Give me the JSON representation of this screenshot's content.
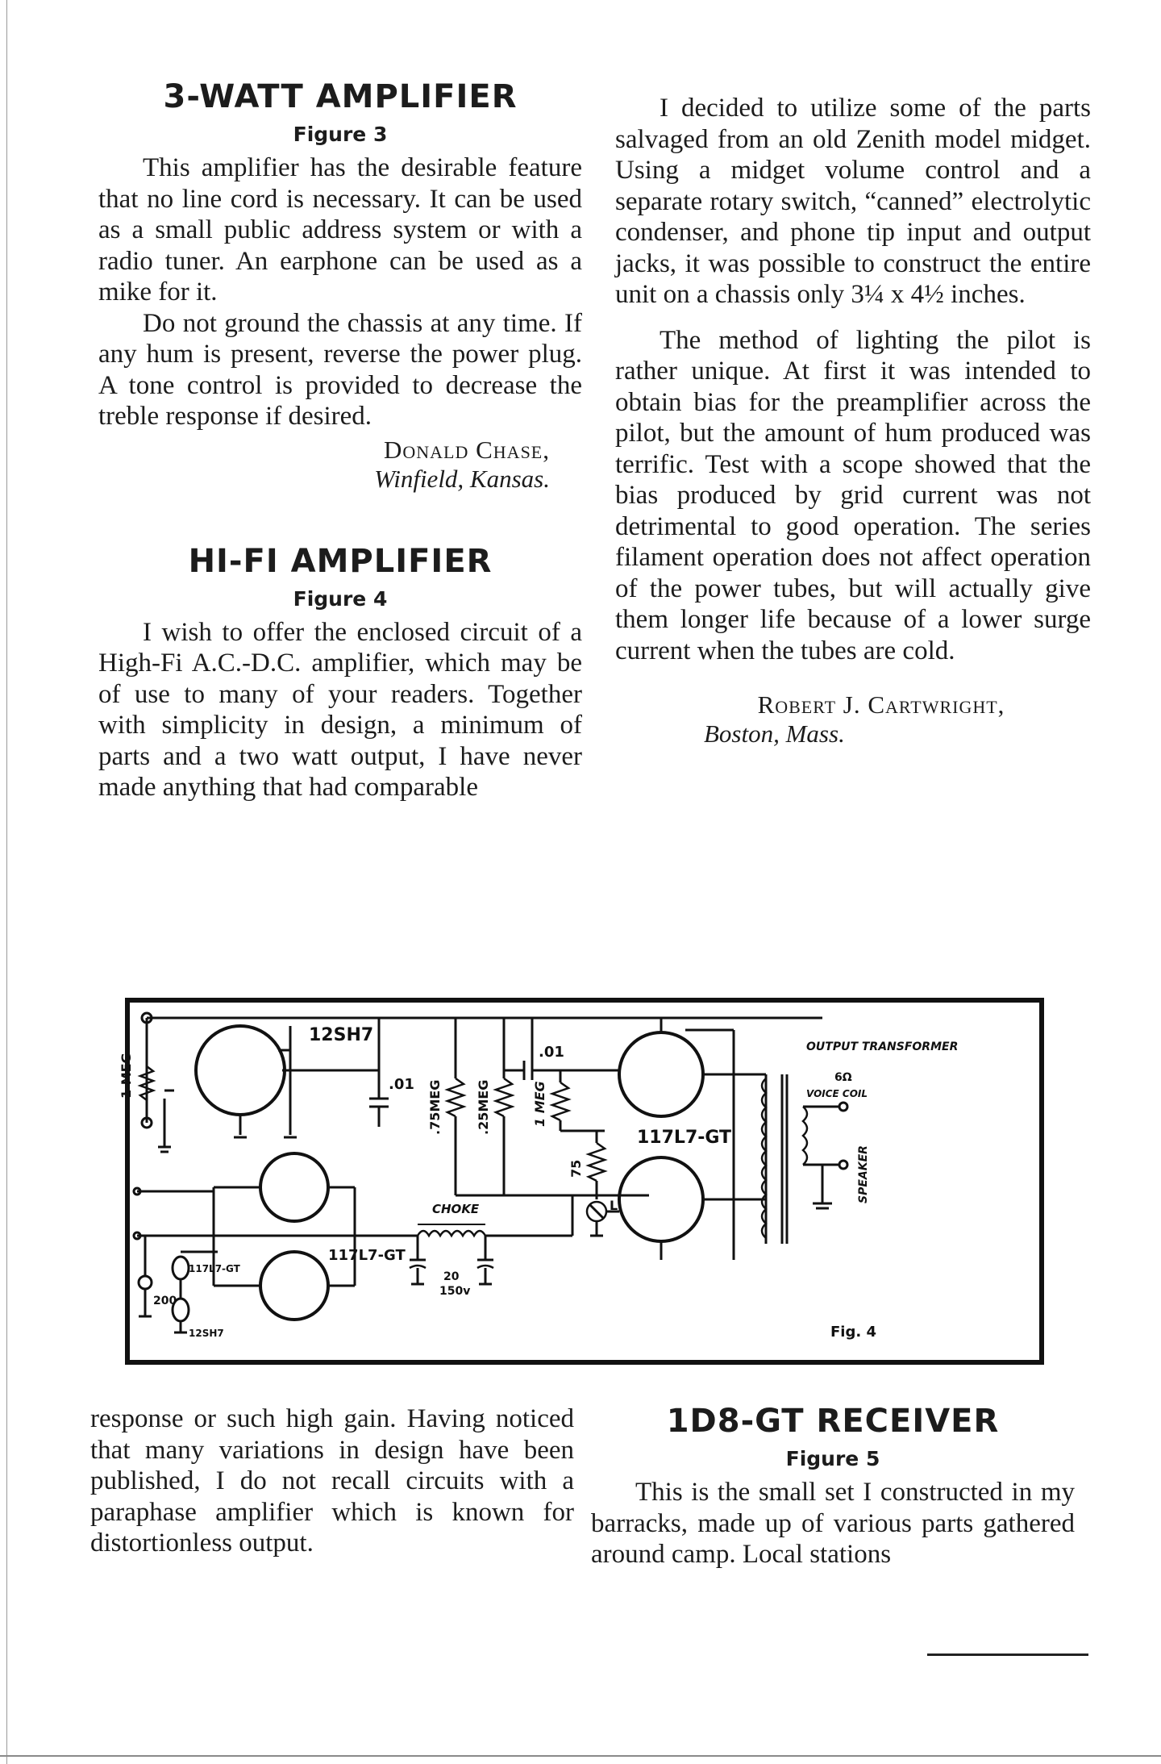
{
  "left_top": {
    "heading1": "3-WATT AMPLIFIER",
    "figref1": "Figure 3",
    "para1": "This amplifier has the desirable feature that no line cord is necessary. It can be used as a small public address system or with a radio tuner. An earphone can be used as a mike for it.",
    "para2": "Do not ground the chassis at any time. If any hum is present, reverse the power plug. A tone control is provided to decrease the treble response if desired.",
    "sig_name": "Donald Chase,",
    "sig_place": "Winfield, Kansas.",
    "heading2": "HI-FI AMPLIFIER",
    "figref2": "Figure 4",
    "para3": "I wish to offer the enclosed circuit of a High-Fi A.C.-D.C. amplifier, which may be of use to many of your readers. Together with simplicity in design, a minimum of parts and a two watt output, I have never made anything that had comparable"
  },
  "right_top": {
    "para1": "I decided to utilize some of the parts salvaged from an old Zenith model midget. Using a midget volume control and a separate rotary switch, “canned” electrolytic condenser, and phone tip input and output jacks, it was possible to construct the entire unit on a chassis only 3¼ x 4½ inches.",
    "para2": "The method of lighting the pilot is rather unique. At first it was intended to obtain bias for the preamplifier across the pilot, but the amount of hum produced was terrific. Test with a scope showed that the bias produced by grid current was not detrimental to good operation. The series filament operation does not affect operation of the power tubes, but will actually give them longer life because of a lower surge current when the tubes are cold.",
    "sig_name": "Robert J. Cartwright,",
    "sig_place": "Boston, Mass."
  },
  "schematic": {
    "tube_12sh7": "12SH7",
    "tube_117l7": "117L7-GT",
    "tube_117l7_b": "117L7-GT",
    "cap_01a": ".01",
    "cap_01b": ".01",
    "res_1meg_in": "1 MEG",
    "res_75meg": ".75MEG",
    "res_25meg": ".25MEG",
    "res_1meg": "1 MEG",
    "res_75": "75",
    "choke": "CHOKE",
    "cap_20": "20",
    "volt_150": "150v",
    "pilot_l": "L",
    "heater_117": "117L7-GT",
    "heater_12sh7": "12SH7",
    "res_200": "200",
    "output_transformer": "OUTPUT TRANSFORMER",
    "ohm_6": "6Ω",
    "voice_coil": "VOICE COIL",
    "speaker": "SPEAKER",
    "fig_caption": "Fig. 4"
  },
  "left_bottom": {
    "para1": "response or such high gain. Having noticed that many variations in design have been published, I do not recall circuits with a paraphase amplifier which is known for distortionless output."
  },
  "right_bottom": {
    "heading": "1D8-GT RECEIVER",
    "figref": "Figure 5",
    "para1": "This is the small set I constructed in my barracks, made up of various parts gathered around camp. Local stations"
  }
}
